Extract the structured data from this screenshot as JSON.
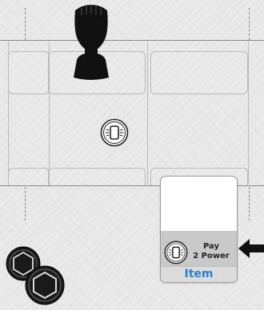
{
  "card": {
    "cost_line1": "Pay",
    "cost_line2": "2 Power",
    "type": "Item",
    "type_color": "#2b7fd1"
  },
  "icons": {
    "board_center_icon": "phone-device-icon",
    "card_icon": "phone-device-icon",
    "figure": "player-silhouette-icon",
    "tokens": "hexagon-token-icon",
    "pointer": "arrow-left-icon"
  }
}
